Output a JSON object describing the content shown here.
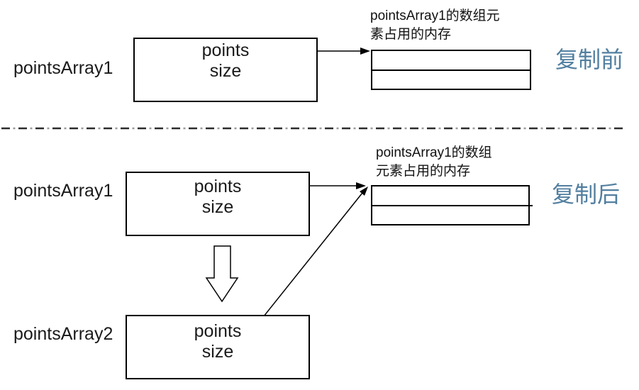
{
  "colors": {
    "stage_label_blue": "#527FA0",
    "line_black": "#000000",
    "divider_gray": "#9a9a9a"
  },
  "before": {
    "stage_label": "复制前",
    "var_name": "pointsArray1",
    "fields": [
      "points",
      "size"
    ],
    "memory_label": [
      "pointsArray1的数组元",
      "素占用的内存"
    ]
  },
  "after": {
    "stage_label": "复制后",
    "var1_name": "pointsArray1",
    "var2_name": "pointsArray2",
    "fields1": [
      "points",
      "size"
    ],
    "fields2": [
      "points",
      "size"
    ],
    "memory_label": [
      "pointsArray1的数组",
      "元素占用的内存"
    ]
  }
}
